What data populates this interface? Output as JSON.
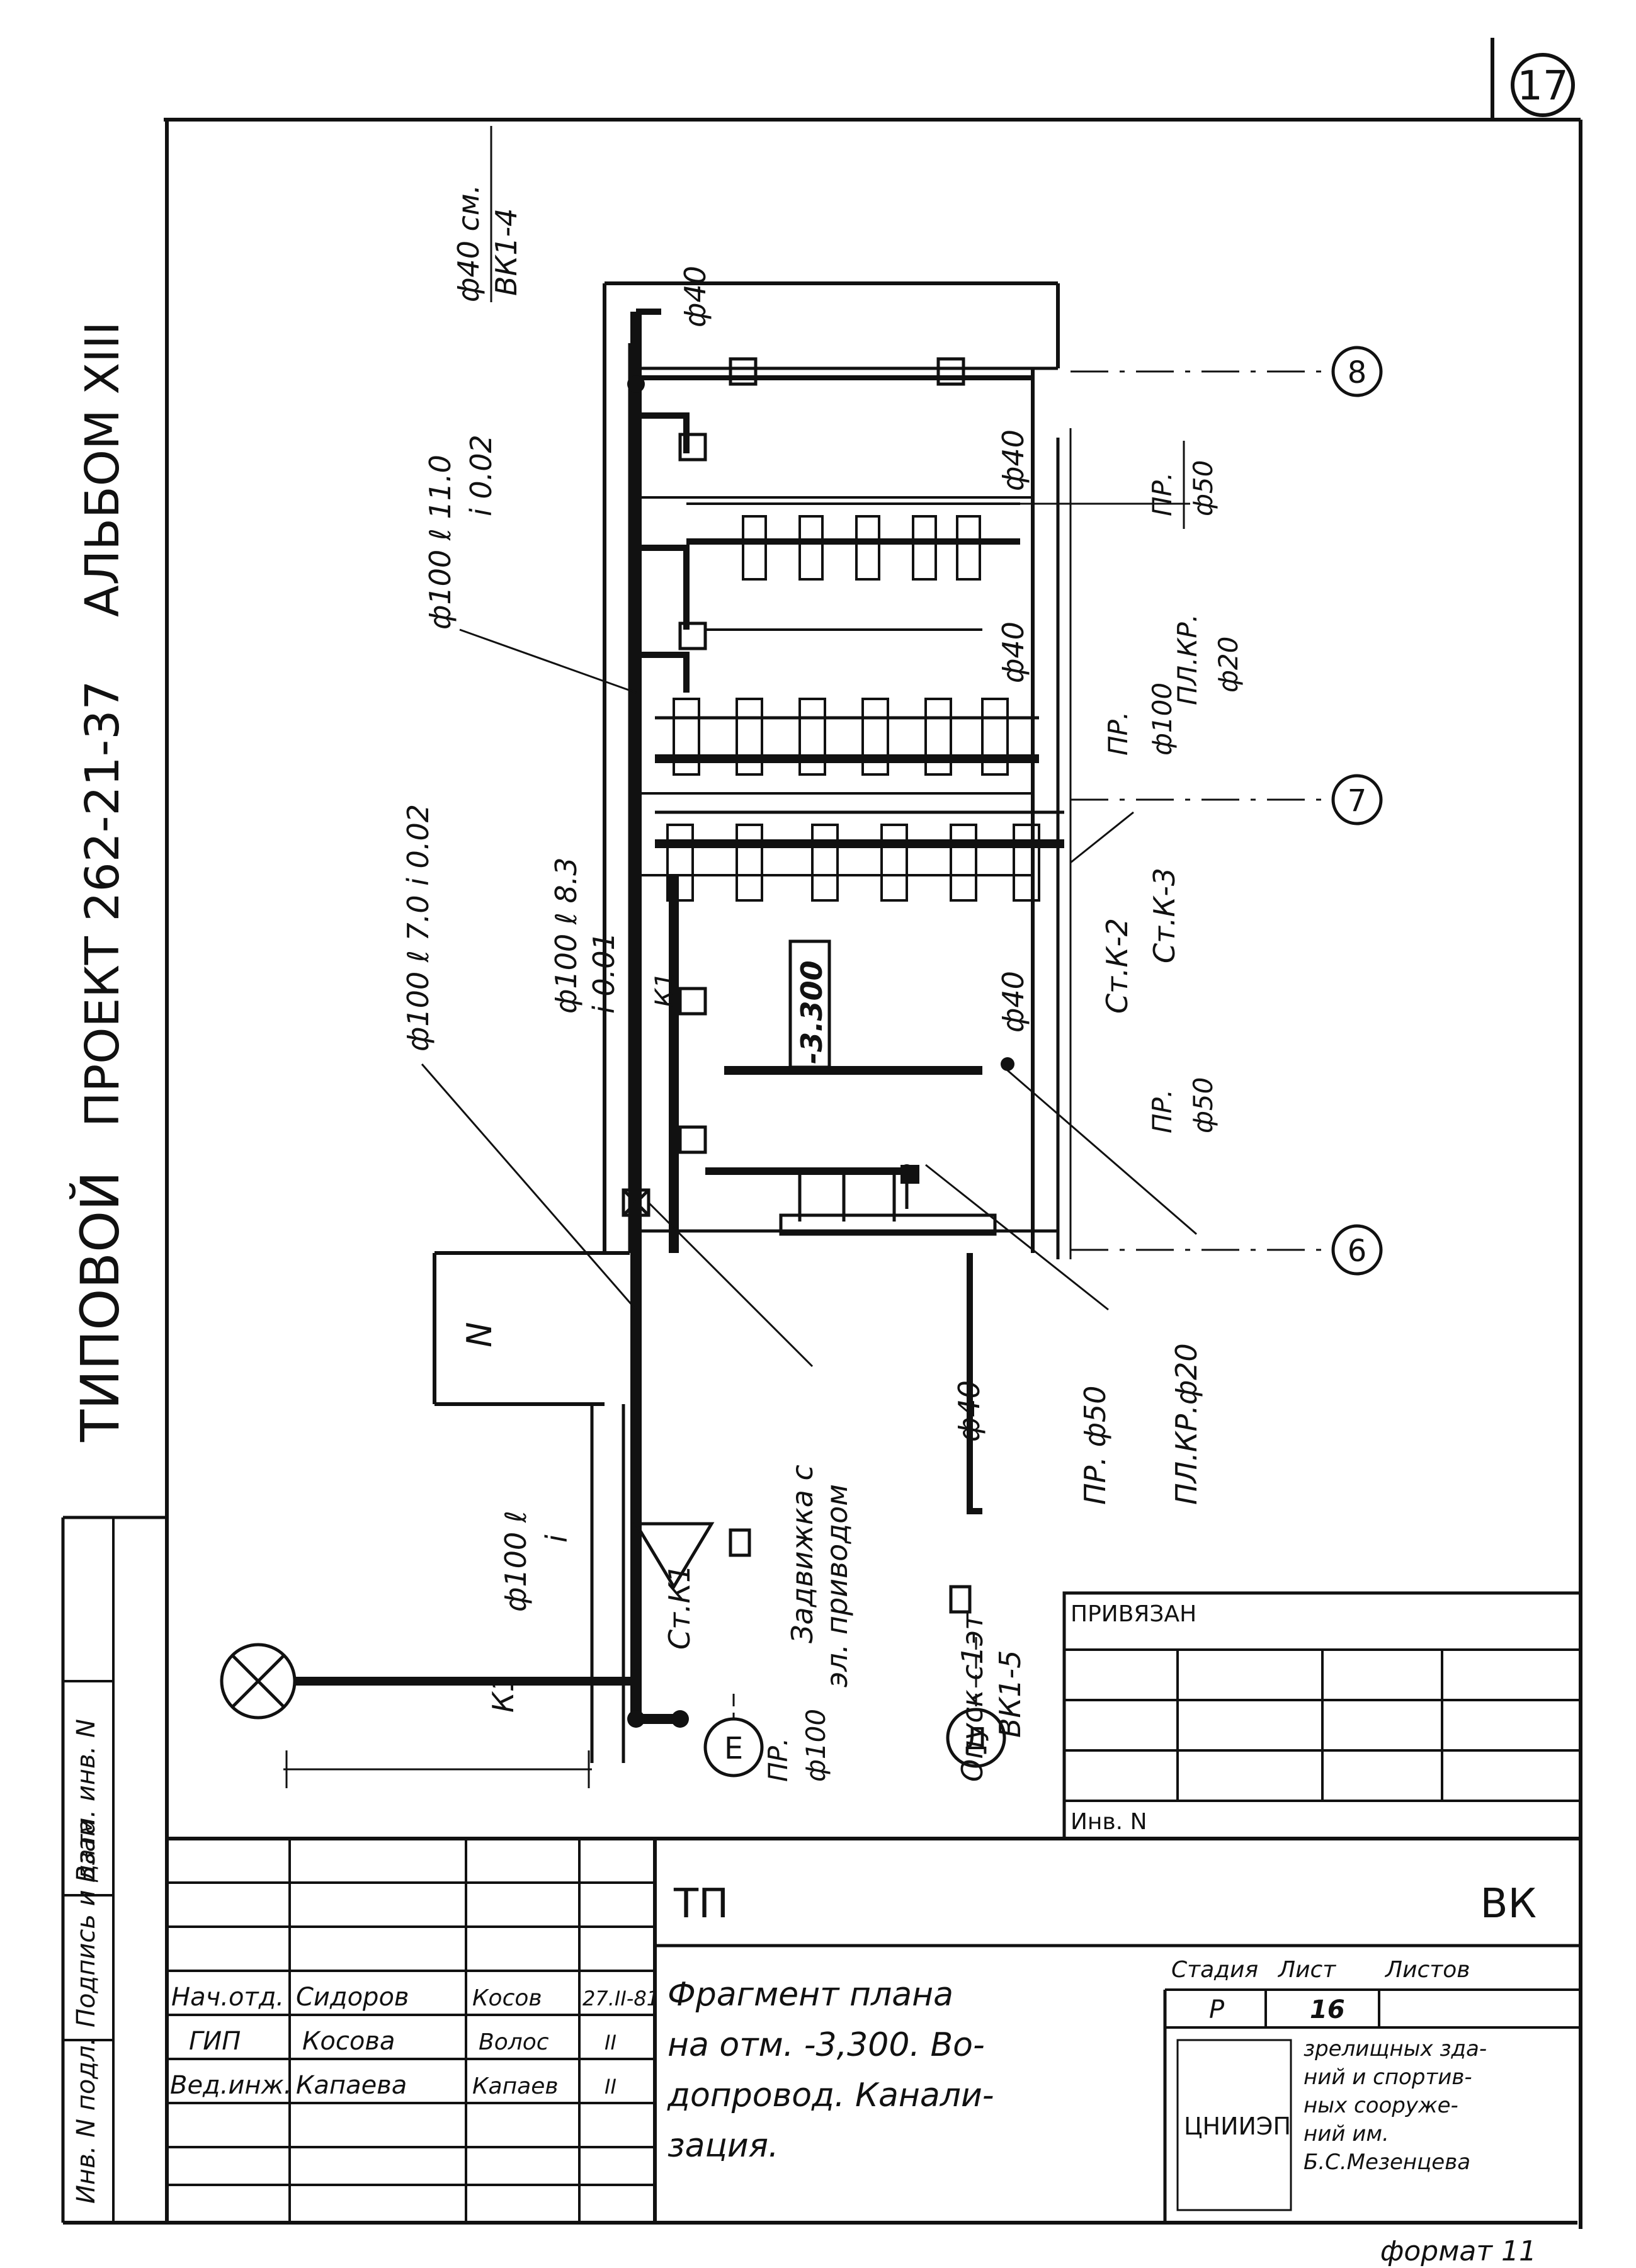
{
  "sheet_number": "17",
  "header": {
    "title_left": "ТИПОВОЙ",
    "project": "ПРОЕКТ 262-21-37",
    "album": "АЛЬБОМ XIII"
  },
  "pipe_labels": {
    "d40_top": "ф40",
    "d40_see": "ф40 см.",
    "d40_see_ref": "ВК1-4",
    "d100_l11": "ф100 ℓ 11.0",
    "d100_l11_slope": "i 0.02",
    "d100_l83": "ф100 ℓ 8.3",
    "d100_l83_slope": "i 0.01",
    "d100_l70": "ф100 ℓ 7.0 i 0.02",
    "d100_bottom": "ф100 ℓ",
    "d100_bottom_slope": "i",
    "k1_top": "К1",
    "k1_bottom": "К1",
    "level_mark": "-3.300",
    "d40_r1": "ф40",
    "d40_r2": "ф40",
    "d40_r3": "ф40",
    "pr_d50_a": "ПР.",
    "pr_d50_a2": "ф50",
    "pr_d100": "ПР.",
    "pr_d100_2": "ф100",
    "plkr_d20_a": "ПЛ.КР.",
    "plkr_d20_a2": "ф20",
    "st_k2": "Ст.К-2",
    "st_k3": "Ст.К-3",
    "pr_d50_b": "ПР.",
    "pr_d50_b2": "ф50",
    "pr_d50_c": "ПР. ф50",
    "plkr_d20_b": "ПЛ.КР.ф20",
    "d40_lower": "ф40",
    "st_k1": "Ст.К1",
    "valve_note": "Задвижка с",
    "valve_note2": "эл. приводом",
    "pr_d100_e": "ПР.",
    "pr_d100_e2": "ф100",
    "opusk": "Опуск с1эт",
    "opusk_ref": "ВК1-5",
    "north": "N"
  },
  "axes": [
    "8",
    "7",
    "6"
  ],
  "markers": [
    "Е",
    "Д"
  ],
  "side_stamp": [
    "Инв. N подл.",
    "Подпись и дата",
    "Взам. инв. N"
  ],
  "privyazan": {
    "label": "ПРИВЯЗАН",
    "inv": "Инв. N"
  },
  "title_block": {
    "code": "ТП",
    "mark": "ВК",
    "people": [
      {
        "role": "Нач.отд.",
        "name": "Сидоров",
        "sign": "Косов",
        "date": "27.II-81"
      },
      {
        "role": "ГИП",
        "name": "Косова",
        "sign": "Волос",
        "date": "II"
      },
      {
        "role": "Вед.инж.",
        "name": "Капаева",
        "sign": "Капаев",
        "date": "II"
      }
    ],
    "title_lines": [
      "Фрагмент плана",
      "на отм. -3,300. Во-",
      "допровод. Канали-",
      "зация."
    ],
    "stage_label": "Стадия",
    "sheet_label": "Лист",
    "sheets_label": "Листов",
    "stage_value": "Р",
    "sheet_value": "16",
    "org_logo": "ЦНИИЭП",
    "org_lines": [
      "зрелищных зда-",
      "ний и спортив-",
      "ных сооруже-",
      "ний им.",
      "Б.С.Мезенцева"
    ]
  },
  "format": "формат 11"
}
